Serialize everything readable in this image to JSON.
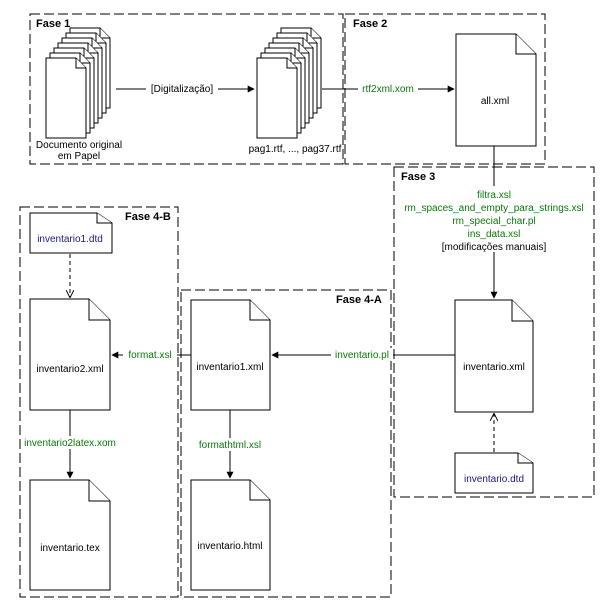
{
  "colors": {
    "line": "#000000",
    "tool_text": "#0a7a0a",
    "dtd_text": "#1a1a8c",
    "label_text": "#000000",
    "background": "#ffffff"
  },
  "phases": {
    "fase1": "Fase 1",
    "fase2": "Fase 2",
    "fase3": "Fase 3",
    "fase4a": "Fase 4-A",
    "fase4b": "Fase 4-B"
  },
  "documents": {
    "original_line1": "Documento original",
    "original_line2": "em Papel",
    "pages": "pag1.rtf, ..., pag37.rtf",
    "all_xml": "all.xml",
    "inventario_xml": "inventario.xml",
    "inventario_dtd": "inventario.dtd",
    "inventario1_xml": "inventario1.xml",
    "inventario1_dtd": "inventario1.dtd",
    "inventario2_xml": "inventario2.xml",
    "inventario_tex": "inventario.tex",
    "inventario_html": "inventario.html"
  },
  "transforms": {
    "digitalizacao": "[Digitalização]",
    "rtf2xml": "rtf2xml.xom",
    "fase3_tools": [
      "filtra.xsl",
      "rm_spaces_and_empty_para_strings.xsl",
      "rm_special_char.pl",
      "ins_data.xsl"
    ],
    "manual": "[modificações manuais]",
    "inventario_pl": "inventario.pl",
    "format_xsl": "format.xsl",
    "inventario2latex": "inventario2latex.xom",
    "formathtml": "formathtml.xsl"
  }
}
